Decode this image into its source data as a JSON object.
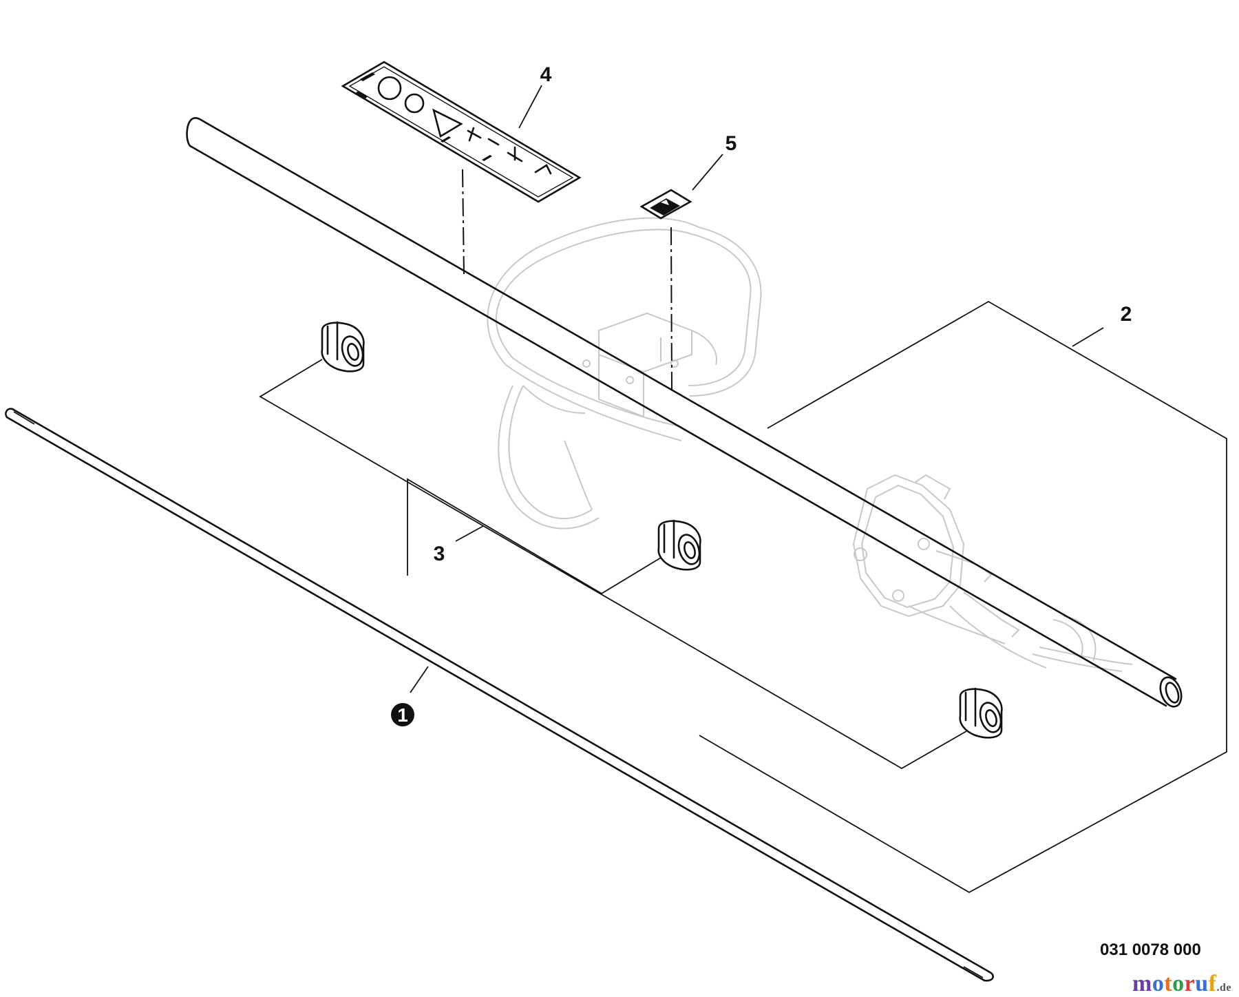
{
  "callouts": {
    "drive_shaft": "1",
    "shaft_tube_assembly": "2",
    "bushing_set": "3",
    "warning_decal": "4",
    "small_label": "5"
  },
  "part_number": "031 0078 000",
  "watermark": {
    "letters": [
      "m",
      "o",
      "t",
      "o",
      "r",
      "u",
      "f"
    ],
    "suffix": ".de",
    "colors": [
      "#6a3fa0",
      "#3b6fc9",
      "#e0702a",
      "#2d9a4a",
      "#d83c3c",
      "#3b6fc9",
      "#e3a21a"
    ]
  }
}
